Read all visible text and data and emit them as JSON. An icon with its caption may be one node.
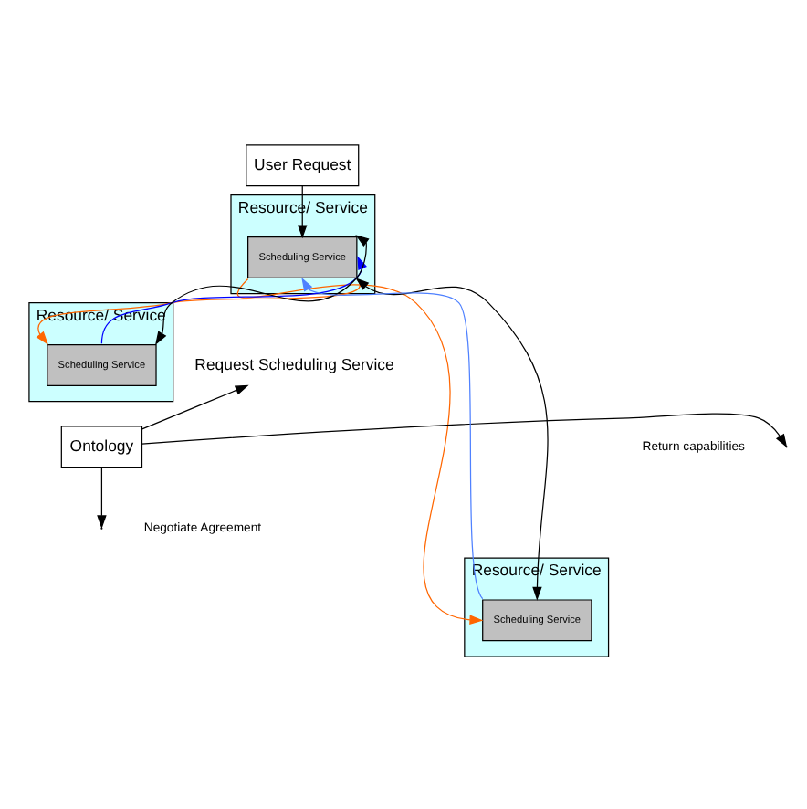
{
  "diagram": {
    "nodes": [
      {
        "text": [
          "User Request"
        ]
      },
      {
        "text": [
          "Resource/ Service"
        ]
      },
      {
        "text": [
          "Scheduling Service"
        ],
        "in": 1
      },
      {
        "text": [
          "Request Scheduling Service"
        ]
      },
      {
        "text": [
          "Resource/ Service"
        ]
      },
      {
        "text": [
          "Scheduling Service"
        ],
        "in": 4
      },
      {
        "text": [
          "Ontology"
        ]
      },
      {
        "text": [
          "Resource/ Service"
        ]
      },
      {
        "text": [
          "Scheduling Service"
        ],
        "in": 7
      }
    ],
    "edges": [
      {
        "from": 0,
        "to": 2,
        "arrow": "to"
      },
      {
        "from": 5,
        "to": 2,
        "arrow": "to",
        "color": "#0000ff"
      },
      {
        "from": 2,
        "to": 5,
        "arrow": "to",
        "color": "#ff6600"
      },
      {
        "from": 5,
        "to": 2,
        "arrow": "both"
      },
      {
        "from": 6,
        "to": 3,
        "arrow": "to"
      },
      {
        "from": 6,
        "to": null,
        "arrow": "to"
      },
      {
        "from": 6,
        "to": null,
        "arrow": "to"
      },
      {
        "from": 2,
        "to": 8,
        "arrow": "to",
        "color": "#ff6600"
      },
      {
        "from": 8,
        "to": 2,
        "arrow": "to",
        "color": "#4f81ff"
      },
      {
        "from": 2,
        "to": 8,
        "arrow": "both"
      }
    ],
    "labels": [
      "Return capabilities",
      "Negotiate Agreement"
    ]
  }
}
